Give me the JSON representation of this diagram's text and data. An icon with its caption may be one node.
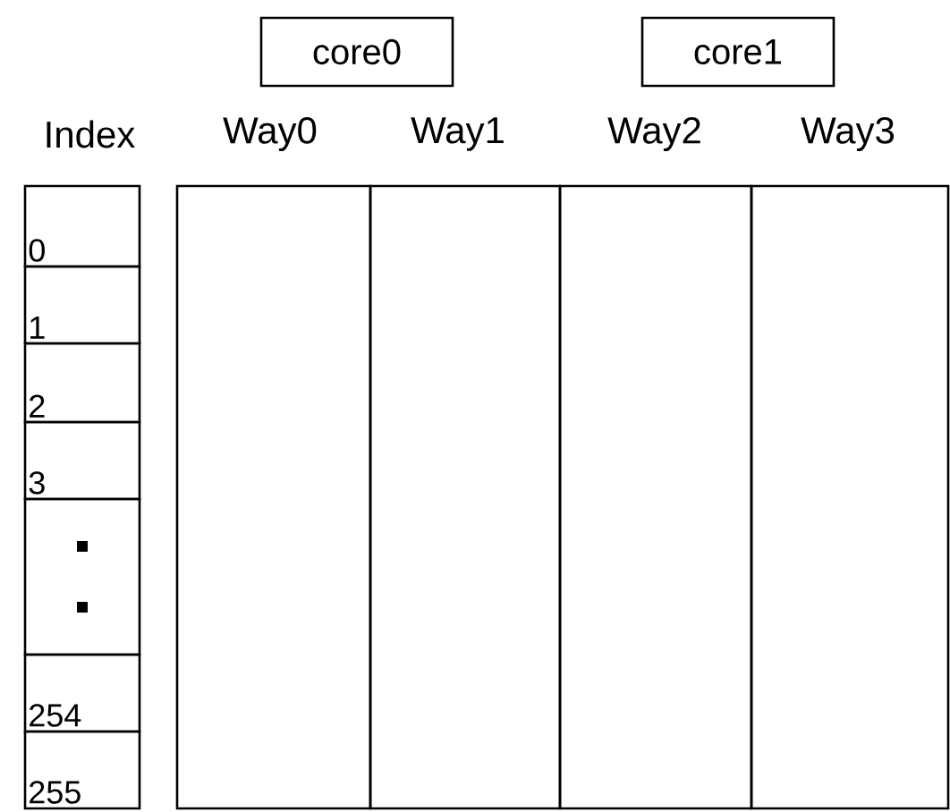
{
  "diagram": {
    "nodes": [
      {
        "text": [
          "core0"
        ]
      },
      {
        "text": [
          "core1"
        ]
      },
      {
        "text": [
          "0"
        ]
      },
      {
        "text": [
          "1"
        ]
      },
      {
        "text": [
          "2"
        ]
      },
      {
        "text": [
          "3"
        ]
      },
      {
        "text": [],
        "shape": "box"
      },
      {
        "text": [
          "254"
        ]
      },
      {
        "text": [
          "255"
        ]
      },
      {
        "text": [],
        "shape": "box"
      },
      {
        "text": [],
        "shape": "box"
      },
      {
        "text": [],
        "shape": "box"
      },
      {
        "text": [],
        "shape": "box"
      }
    ],
    "labels": [
      "Index",
      "Way0",
      "Way1",
      "Way2",
      "Way3"
    ]
  }
}
